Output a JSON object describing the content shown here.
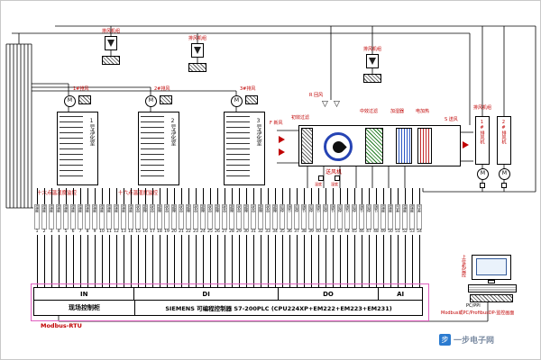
{
  "diagram": {
    "top_units": [
      {
        "label": "排风机组"
      },
      {
        "label": "排风机组"
      },
      {
        "label": "排风机组"
      }
    ],
    "cleanrooms": [
      {
        "fan": "1#排风",
        "name": "1号净化室"
      },
      {
        "fan": "2#排风",
        "name": "2号净化室"
      },
      {
        "fan": "3#排风",
        "name": "3号净化室"
      }
    ],
    "monitor_labels": [
      "十六点温湿度监控",
      "十六点温湿度监控"
    ],
    "ahu": {
      "prefilter": "初效过滤",
      "fresh_air": "F 新风",
      "return_air": "R 回风",
      "supply_fan": "送风机",
      "mid_filter": "中效过滤",
      "humidifier": "加湿器",
      "heater": "电加热",
      "supply_air": "S 送风"
    },
    "sensors": {
      "temp": "温度",
      "hum": "湿度"
    },
    "exhaust": {
      "title": "排风机组",
      "fans": [
        {
          "name": "1#排风机"
        },
        {
          "name": "2#排风机"
        }
      ]
    }
  },
  "terminals": [
    {
      "n": 1,
      "label": "温度"
    },
    {
      "n": 2,
      "label": "湿度"
    },
    {
      "n": 3,
      "label": "温度"
    },
    {
      "n": 4,
      "label": "湿度"
    },
    {
      "n": 5,
      "label": "温度"
    },
    {
      "n": 6,
      "label": "湿度"
    },
    {
      "n": 7,
      "label": "温度"
    },
    {
      "n": 8,
      "label": "湿度"
    },
    {
      "n": 9,
      "label": "温度"
    },
    {
      "n": 10,
      "label": "湿度"
    },
    {
      "n": 11,
      "label": "温度"
    },
    {
      "n": 12,
      "label": "湿度"
    },
    {
      "n": 13,
      "label": "温度"
    },
    {
      "n": 14,
      "label": "湿度"
    },
    {
      "n": 15,
      "label": "状态"
    },
    {
      "n": 16,
      "label": "故障"
    },
    {
      "n": 17,
      "label": "状态"
    },
    {
      "n": 18,
      "label": "故障"
    },
    {
      "n": 19,
      "label": "状态"
    },
    {
      "n": 20,
      "label": "故障"
    },
    {
      "n": 21,
      "label": "状态"
    },
    {
      "n": 22,
      "label": "故障"
    },
    {
      "n": 23,
      "label": "状态"
    },
    {
      "n": 24,
      "label": "故障"
    },
    {
      "n": 25,
      "label": "状态"
    },
    {
      "n": 26,
      "label": "故障"
    },
    {
      "n": 27,
      "label": "状态"
    },
    {
      "n": 28,
      "label": "故障"
    },
    {
      "n": 29,
      "label": "状态"
    },
    {
      "n": 30,
      "label": "故障"
    },
    {
      "n": 31,
      "label": "状态"
    },
    {
      "n": 32,
      "label": "故障"
    },
    {
      "n": 33,
      "label": "状态"
    },
    {
      "n": 34,
      "label": "故障"
    },
    {
      "n": 35,
      "label": "启停"
    },
    {
      "n": 36,
      "label": "调节"
    },
    {
      "n": 37,
      "label": "启停"
    },
    {
      "n": 38,
      "label": "调节"
    },
    {
      "n": 39,
      "label": "启停"
    },
    {
      "n": 40,
      "label": "调节"
    },
    {
      "n": 41,
      "label": "启停"
    },
    {
      "n": 42,
      "label": "调节"
    },
    {
      "n": 43,
      "label": "启停"
    },
    {
      "n": 44,
      "label": "调节"
    },
    {
      "n": 45,
      "label": "启停"
    },
    {
      "n": 46,
      "label": "调节"
    },
    {
      "n": 47,
      "label": "启停"
    },
    {
      "n": 48,
      "label": "调节"
    },
    {
      "n": 49,
      "label": "温度"
    },
    {
      "n": 50,
      "label": "湿度"
    },
    {
      "n": 51,
      "label": "压差"
    },
    {
      "n": 52,
      "label": "温度"
    },
    {
      "n": 53,
      "label": "湿度"
    },
    {
      "n": 54,
      "label": "压差"
    }
  ],
  "plc": {
    "sections": [
      {
        "label": "IN"
      },
      {
        "label": "DI"
      },
      {
        "label": "DO"
      },
      {
        "label": "AI"
      }
    ],
    "cabinet": "现场控制柜",
    "controller": "SIEMENS  可编程控制器 S7-200PLC (CPU224XP+EM222+EM223+EM231)"
  },
  "bus": {
    "label": "Modbus-RTU"
  },
  "computer": {
    "label": "上位机监控",
    "cable": "PC/PPI",
    "note": "Modbus或PC/ProfibusDP-监控画面"
  },
  "watermark": {
    "name": "一步电子网"
  }
}
